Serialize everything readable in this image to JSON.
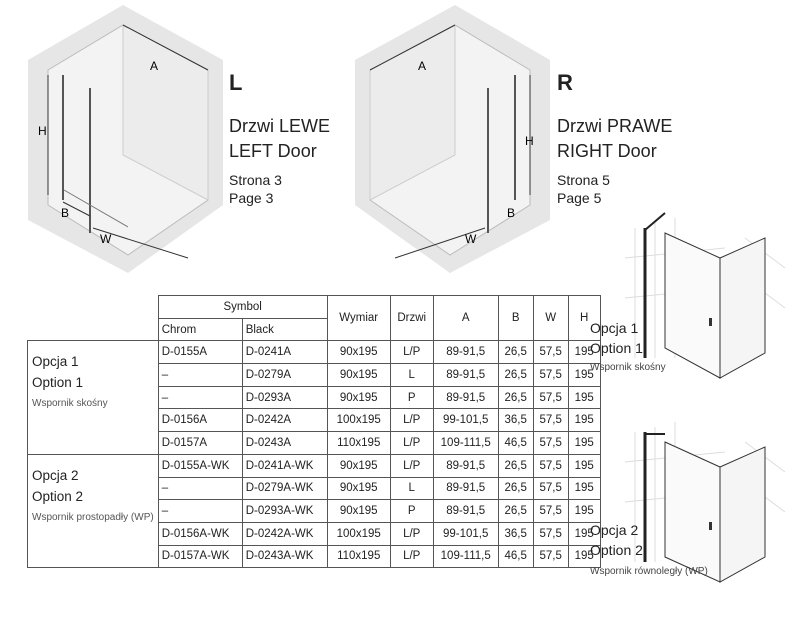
{
  "left_door": {
    "letter": "L",
    "title_pl": "Drzwi LEWE",
    "title_en": "LEFT Door",
    "page_pl": "Strona 3",
    "page_en": "Page 3",
    "dims": {
      "a": "A",
      "h": "H",
      "b": "B",
      "w": "W"
    }
  },
  "right_door": {
    "letter": "R",
    "title_pl": "Drzwi PRAWE",
    "title_en": "RIGHT Door",
    "page_pl": "Strona 5",
    "page_en": "Page 5",
    "dims": {
      "a": "A",
      "h": "H",
      "b": "B",
      "w": "W"
    }
  },
  "table": {
    "headers": {
      "symbol": "Symbol",
      "chrom": "Chrom",
      "black": "Black",
      "wymiar": "Wymiar",
      "drzwi": "Drzwi",
      "a": "A",
      "b": "B",
      "w": "W",
      "h": "H"
    },
    "groups": [
      {
        "label_pl": "Opcja 1",
        "label_en": "Option 1",
        "note": "Wspornik skośny",
        "rows": [
          [
            "D-0155A",
            "D-0241A",
            "90x195",
            "L/P",
            "89-91,5",
            "26,5",
            "57,5",
            "195"
          ],
          [
            "–",
            "D-0279A",
            "90x195",
            "L",
            "89-91,5",
            "26,5",
            "57,5",
            "195"
          ],
          [
            "–",
            "D-0293A",
            "90x195",
            "P",
            "89-91,5",
            "26,5",
            "57,5",
            "195"
          ],
          [
            "D-0156A",
            "D-0242A",
            "100x195",
            "L/P",
            "99-101,5",
            "36,5",
            "57,5",
            "195"
          ],
          [
            "D-0157A",
            "D-0243A",
            "110x195",
            "L/P",
            "109-111,5",
            "46,5",
            "57,5",
            "195"
          ]
        ]
      },
      {
        "label_pl": "Opcja 2",
        "label_en": "Option 2",
        "note": "Wspornik prostopadły (WP)",
        "rows": [
          [
            "D-0155A-WK",
            "D-0241A-WK",
            "90x195",
            "L/P",
            "89-91,5",
            "26,5",
            "57,5",
            "195"
          ],
          [
            "–",
            "D-0279A-WK",
            "90x195",
            "L",
            "89-91,5",
            "26,5",
            "57,5",
            "195"
          ],
          [
            "–",
            "D-0293A-WK",
            "90x195",
            "P",
            "89-91,5",
            "26,5",
            "57,5",
            "195"
          ],
          [
            "D-0156A-WK",
            "D-0242A-WK",
            "100x195",
            "L/P",
            "99-101,5",
            "36,5",
            "57,5",
            "195"
          ],
          [
            "D-0157A-WK",
            "D-0243A-WK",
            "110x195",
            "L/P",
            "109-111,5",
            "46,5",
            "57,5",
            "195"
          ]
        ]
      }
    ]
  },
  "option1": {
    "label_pl": "Opcja 1",
    "label_en": "Option 1",
    "note": "Wspornik skośny"
  },
  "option2": {
    "label_pl": "Opcja 2",
    "label_en": "Option 2",
    "note": "Wspornik równoległy (WP)"
  }
}
